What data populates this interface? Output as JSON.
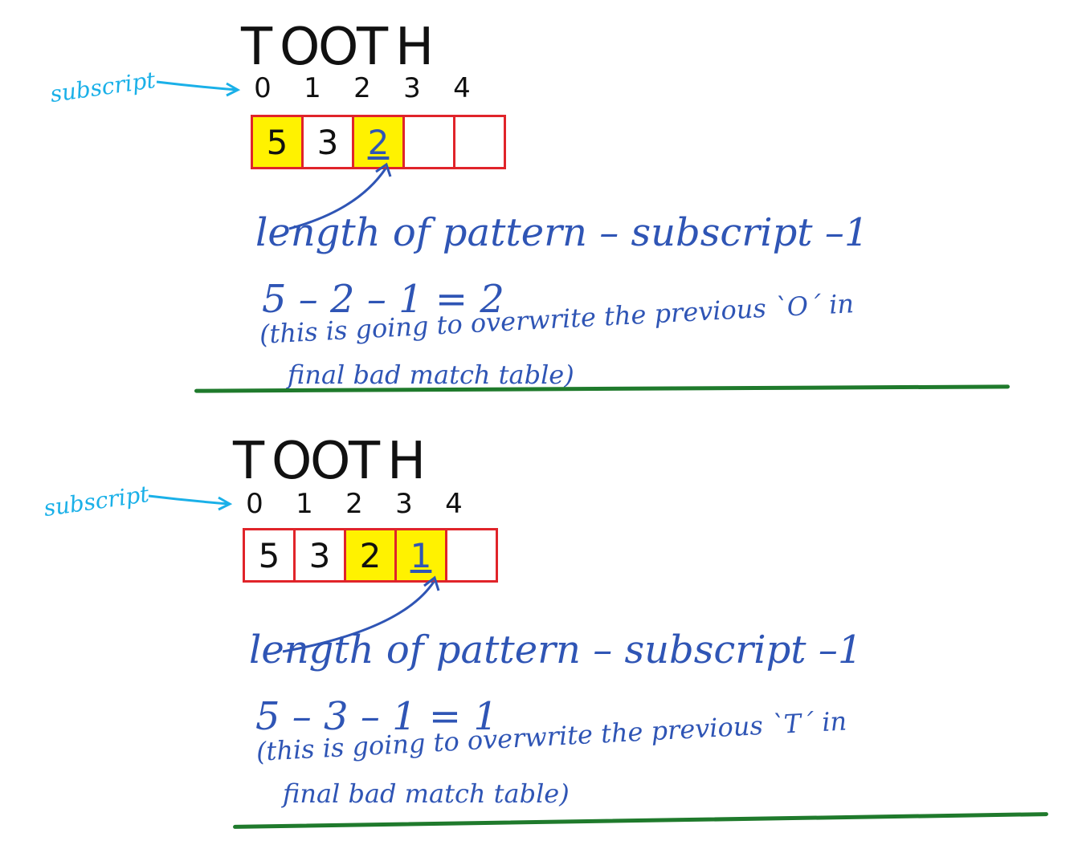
{
  "panels": [
    {
      "word": [
        "T",
        "O",
        "O",
        "T",
        "H"
      ],
      "indices": [
        "0",
        "1",
        "2",
        "3",
        "4"
      ],
      "subscript_label": "subscript",
      "cells": [
        "5",
        "3",
        "2",
        "",
        ""
      ],
      "highlighted_cells": [
        0,
        2
      ],
      "formula": "length of pattern – subscript –1",
      "calc": "5 – 2 – 1 = 2",
      "note_line1": "(this is going to overwrite the previous `O´ in",
      "note_line2": "final bad match table)"
    },
    {
      "word": [
        "T",
        "O",
        "O",
        "T",
        "H"
      ],
      "indices": [
        "0",
        "1",
        "2",
        "3",
        "4"
      ],
      "subscript_label": "subscript",
      "cells": [
        "5",
        "3",
        "2",
        "1",
        ""
      ],
      "highlighted_cells": [
        2,
        3
      ],
      "formula": "length of pattern – subscript –1",
      "calc": "5 – 3 – 1 = 1",
      "note_line1": "(this is going to overwrite the previous `T´ in",
      "note_line2": "final bad match table)"
    }
  ],
  "colors": {
    "ink": "#111111",
    "annotation_blue": "#2f55b5",
    "subscript_cyan": "#1ab0e8",
    "table_red": "#e0242a",
    "highlight_yellow": "#fff200",
    "divider_green": "#1f7a2c"
  }
}
